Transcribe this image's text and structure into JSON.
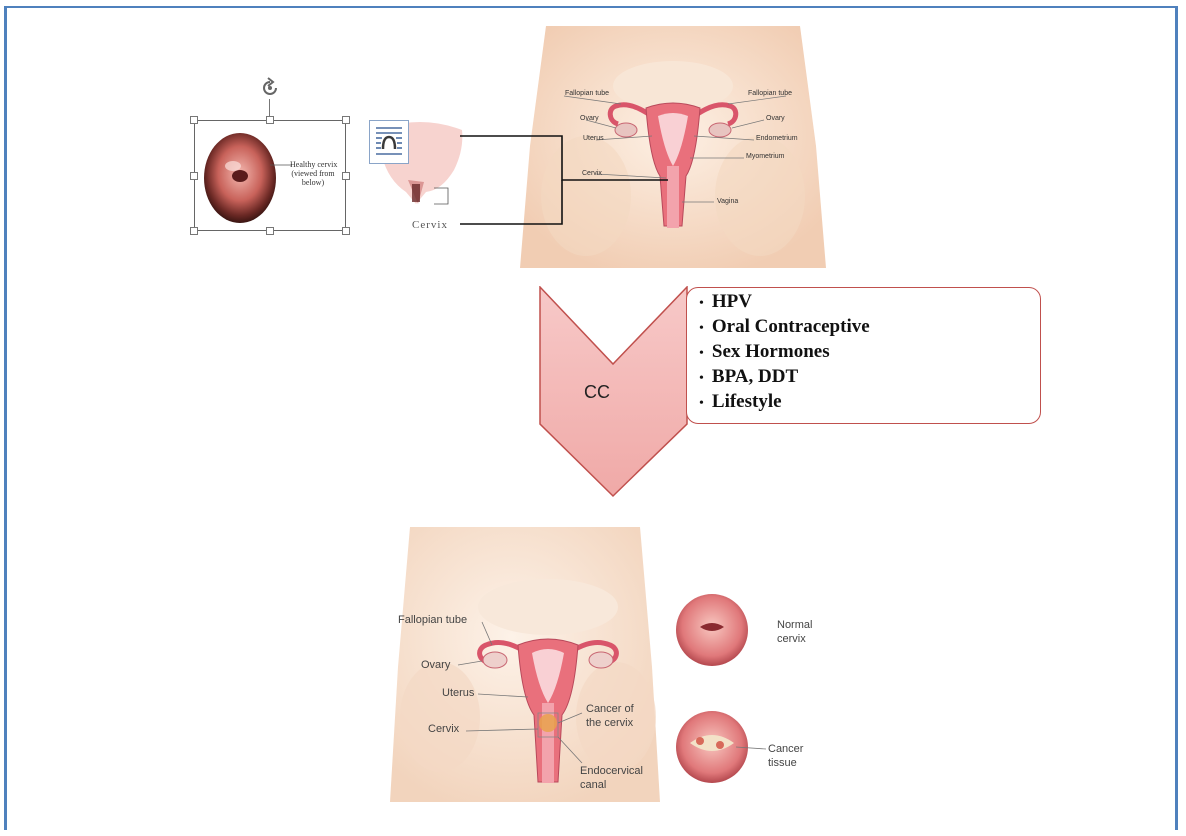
{
  "top_diagram": {
    "left_labels": [
      "Fallopian tube",
      "Ovary",
      "Uterus",
      "Cervix"
    ],
    "right_labels": [
      "Fallopian tube",
      "Ovary",
      "Endometrium",
      "Myometrium",
      "Vagina"
    ]
  },
  "inset": {
    "caption_line1": "Healthy cervix",
    "caption_line2": "(viewed from",
    "caption_line3": "below)",
    "cervix_label": "Cervix"
  },
  "flow": {
    "arrow_label": "CC",
    "factors": [
      "HPV",
      "Oral Contraceptive",
      "Sex Hormones",
      "BPA, DDT",
      "Lifestyle"
    ],
    "bullet": "•"
  },
  "bottom_diagram": {
    "fallopian": "Fallopian tube",
    "ovary": "Ovary",
    "uterus": "Uterus",
    "cervix": "Cervix",
    "cancer_line1": "Cancer of",
    "cancer_line2": "the cervix",
    "canal_line1": "Endocervical",
    "canal_line2": "canal",
    "normal_line1": "Normal",
    "normal_line2": "cervix",
    "tissue_line1": "Cancer",
    "tissue_line2": "tissue"
  },
  "colors": {
    "frame": "#4f81bd",
    "arrow_fill": "#f2b8b6",
    "arrow_stroke": "#c0504d",
    "skin": "#f6dcc8",
    "uterus": "#e8707a"
  }
}
